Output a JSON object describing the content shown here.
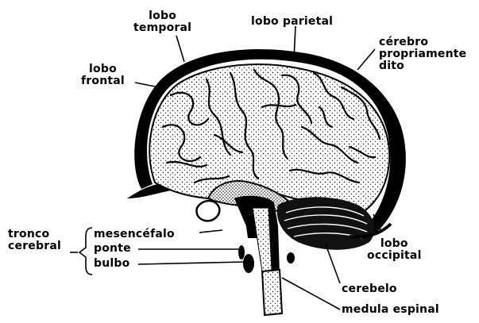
{
  "labels": {
    "lobo_temporal": [
      "lobo",
      "temporal"
    ],
    "lobo_parietal": "lobo parietal",
    "cerebro_propriamente_dito": [
      "cérebro",
      "propriamente",
      "dito"
    ],
    "lobo_frontal": [
      "lobo",
      "frontal"
    ],
    "tronco_cerebral": [
      "tronco",
      "cerebral"
    ],
    "mesencefalo": "mesencéfalo",
    "ponte": "ponte",
    "bulbo": "bulbo",
    "lobo_occipital": [
      "lobo",
      "occipital"
    ],
    "cerebelo": "cerebelo",
    "medula_espinal": "medula espinal"
  }
}
